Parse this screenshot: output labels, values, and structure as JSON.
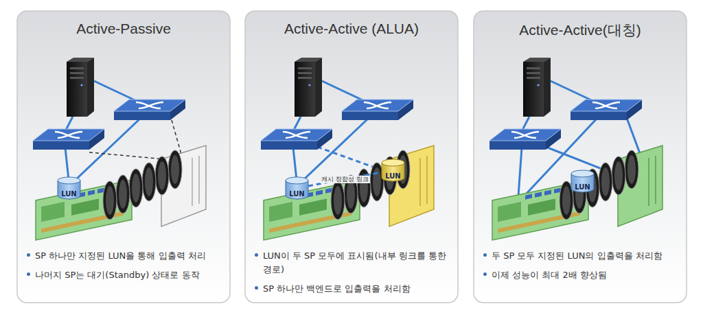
{
  "diagram": {
    "nodes": [
      {
        "text": [
          "Active-Passive",
          "SP 하나만 지정된 LUN을 통해 입출력 처리",
          "나머지 SP는 대기(Standby) 상태로 동작"
        ]
      },
      {
        "text": [
          "LUN"
        ],
        "in": 0
      },
      {
        "text": [
          "Active-Active (ALUA)",
          "LUN이 두 SP 모두에 표시됨(내부 링크를 통한 경로)",
          "SP 하나만 백엔드로 입출력을 처리함"
        ]
      },
      {
        "text": [
          "LUN"
        ],
        "in": 2
      },
      {
        "text": [
          "LUN"
        ],
        "in": 2
      },
      {
        "text": [
          "Active-Active(대칭)",
          "두 SP 모두 지정된 LUN의 입출력을 처리함",
          "이제 성능이 최대 2배 향상됨"
        ]
      },
      {
        "text": [
          "LUN"
        ],
        "in": 5
      }
    ],
    "edges": [
      {
        "from": 3,
        "to": 4,
        "arrow": "none",
        "label": "캐시 정합성 링크"
      }
    ]
  }
}
